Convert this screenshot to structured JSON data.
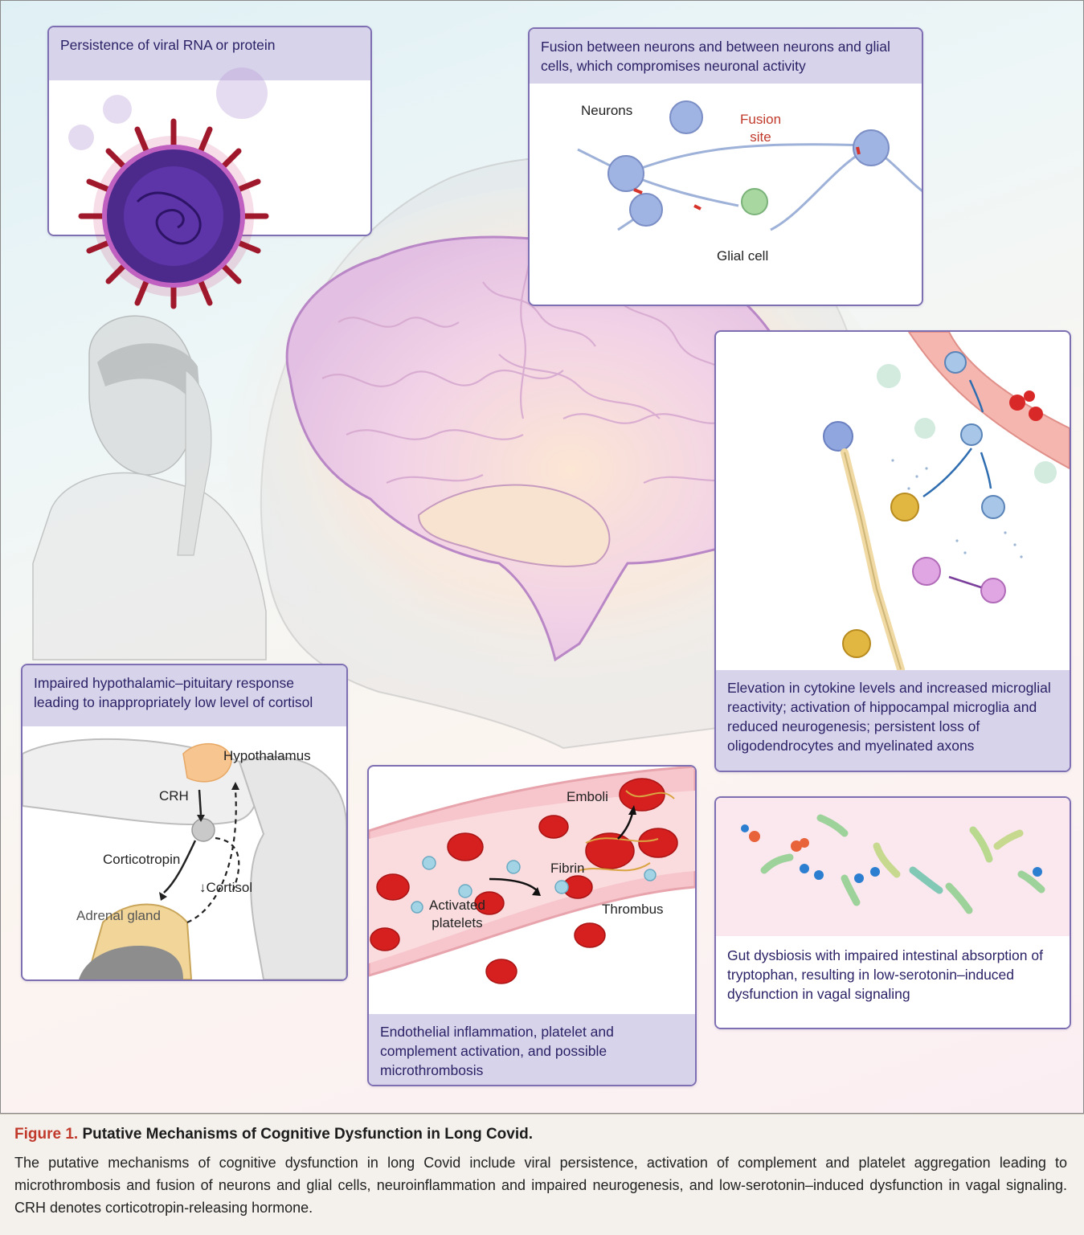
{
  "panels": {
    "viral": {
      "caption": "Persistence of viral RNA or protein"
    },
    "fusion": {
      "caption": "Fusion between neurons and between neurons and glial cells, which compromises neuronal activity",
      "labels": {
        "neurons": "Neurons",
        "fusion_site": [
          "Fusion",
          "site"
        ],
        "glial": "Glial cell"
      }
    },
    "inflammation": {
      "caption": "Elevation in cytokine levels and increased microglial reactivity; activation of hippocampal microglia and reduced neurogenesis; persistent loss of oligodendrocytes and myelinated axons"
    },
    "hpa": {
      "caption": "Impaired hypothalamic–pituitary response leading to inappropriately low level of cortisol",
      "labels": {
        "hypothalamus": "Hypothalamus",
        "crh": "CRH",
        "corticotropin": "Corticotropin",
        "cortisol": "↓Cortisol",
        "adrenal": "Adrenal gland"
      }
    },
    "vascular": {
      "caption": "Endothelial inflammation, platelet and complement activation, and possible microthrombosis",
      "labels": {
        "emboli": "Emboli",
        "fibrin": "Fibrin",
        "activated_platelets": [
          "Activated",
          "platelets"
        ],
        "thrombus": "Thrombus"
      }
    },
    "gut": {
      "caption": "Gut dysbiosis with impaired intestinal absorption of tryptophan, resulting in low-serotonin–induced dysfunction in vagal signaling"
    }
  },
  "footer": {
    "figure_number": "Figure 1.",
    "title": "Putative Mechanisms of Cognitive Dysfunction in Long Covid.",
    "text": "The putative mechanisms of cognitive dysfunction in long Covid include viral persistence, activation of complement and platelet aggregation leading to microthrombosis and fusion of neurons and glial cells, neuroinflammation and impaired neurogenesis, and low-serotonin–induced dysfunction in vagal signaling. CRH denotes corticotropin-releasing hormone."
  },
  "colors": {
    "panel_border": "#7e6fb3",
    "caption_bg": "#d7d3ea",
    "caption_text": "#2a2266",
    "figure_number": "#c0392b",
    "fusion_label": "#c0392b",
    "brain": "#e8c4e4",
    "rbc": "#d61f1f"
  },
  "icons": [
    "virus-icon",
    "neuron-icon",
    "glial-cell-icon",
    "brain-illustration",
    "person-silhouette",
    "blood-vessel-illustration",
    "gut-bacteria-illustration",
    "arrow-icon"
  ]
}
